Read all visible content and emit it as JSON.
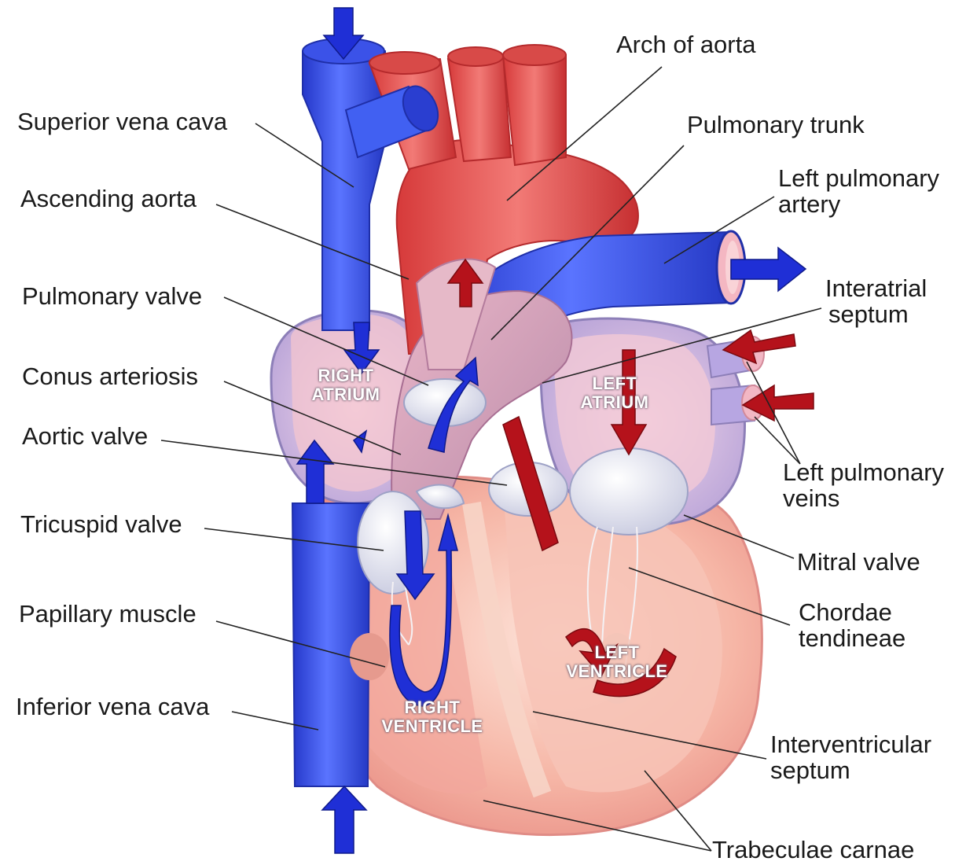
{
  "labels": {
    "arch_of_aorta": "Arch of aorta",
    "superior_vena_cava": "Superior vena cava",
    "pulmonary_trunk": "Pulmonary trunk",
    "ascending_aorta": "Ascending aorta",
    "left_pulmonary_artery_1": "Left pulmonary",
    "left_pulmonary_artery_2": "artery",
    "pulmonary_valve": "Pulmonary valve",
    "interatrial_septum_1": "Interatrial",
    "interatrial_septum_2": "septum",
    "conus_arteriosis": "Conus arteriosis",
    "aortic_valve": "Aortic valve",
    "left_pulmonary_veins_1": "Left pulmonary",
    "left_pulmonary_veins_2": "veins",
    "tricuspid_valve": "Tricuspid valve",
    "mitral_valve": "Mitral valve",
    "papillary_muscle": "Papillary muscle",
    "chordae_tendineae_1": "Chordae",
    "chordae_tendineae_2": "tendineae",
    "inferior_vena_cava": "Inferior vena cava",
    "interventricular_septum_1": "Interventricular",
    "interventricular_septum_2": "septum",
    "trabeculae_carnae": "Trabeculae carnae"
  },
  "chambers": {
    "right_atrium_1": "RIGHT",
    "right_atrium_2": "ATRIUM",
    "left_atrium_1": "LEFT",
    "left_atrium_2": "ATRIUM",
    "left_ventricle_1": "LEFT",
    "left_ventricle_2": "VENTRICLE",
    "right_ventricle_1": "RIGHT",
    "right_ventricle_2": "VENTRICLE"
  },
  "colors": {
    "deoxygenated_blue": "#2f4be8",
    "oxygenated_red": "#e0403f",
    "muscle_pink": "#f4b5a8",
    "arrow_blue": "#1f2fd6",
    "arrow_red": "#b5121b"
  }
}
